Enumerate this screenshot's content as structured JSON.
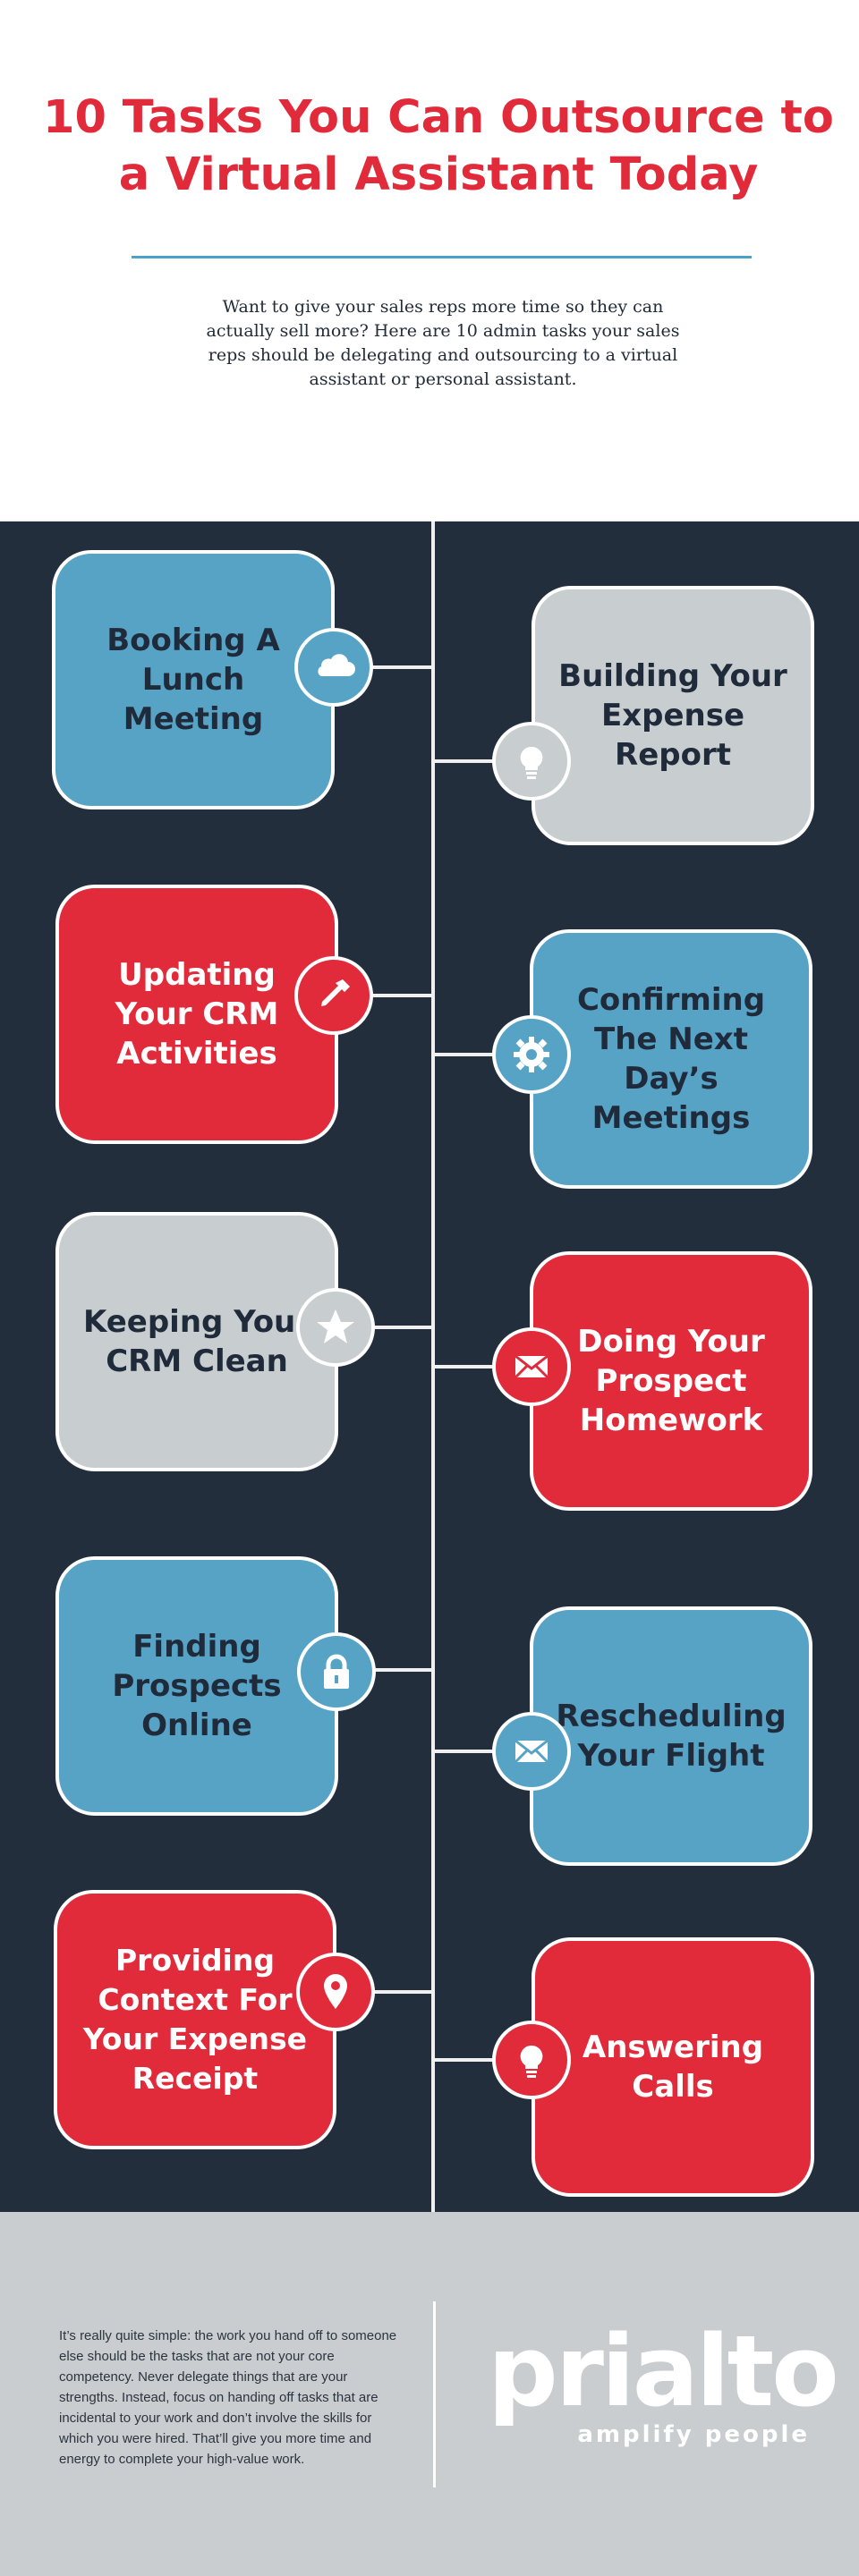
{
  "header": {
    "title": "10 Tasks You Can Outsource to a Virtual Assistant Today",
    "intro": "Want to give your sales reps more time so they can actually sell more? Here are 10 admin tasks your sales reps should be delegating and outsourcing to a virtual assistant or personal assistant."
  },
  "tasks": [
    {
      "label": "Booking A Lunch Meeting",
      "color": "blue",
      "icon": "cloud-icon"
    },
    {
      "label": "Building Your Expense Report",
      "color": "gray",
      "icon": "lightbulb-icon"
    },
    {
      "label": "Updating Your CRM Activities",
      "color": "red",
      "icon": "eyedropper-icon"
    },
    {
      "label": "Confirming The Next Day’s Meetings",
      "color": "blue",
      "icon": "gear-icon"
    },
    {
      "label": "Keeping Your CRM Clean",
      "color": "gray",
      "icon": "star-icon"
    },
    {
      "label": "Doing Your Prospect Homework",
      "color": "red",
      "icon": "envelope-icon"
    },
    {
      "label": "Finding Prospects Online",
      "color": "blue",
      "icon": "lock-icon"
    },
    {
      "label": "Rescheduling Your Flight",
      "color": "blue",
      "icon": "envelope-icon"
    },
    {
      "label": "Providing Context For Your Expense Receipt",
      "color": "red",
      "icon": "map-pin-icon"
    },
    {
      "label": "Answering Calls",
      "color": "red",
      "icon": "lightbulb-icon"
    }
  ],
  "footer": {
    "text": "It’s really quite simple: the work you hand off to someone else should be the tasks that are not your core competency. Never delegate things that are your strengths. Instead, focus on handing off tasks that are incidental to your work and don’t involve the skills for which you were hired. That’ll give you more time and energy to complete your high-value work.",
    "brand": "prialto",
    "tagline": "amplify people"
  },
  "colors": {
    "red": "#e12b3b",
    "blue": "#57a3c6",
    "gray": "#c8cdcf",
    "navy": "#232e3d"
  }
}
